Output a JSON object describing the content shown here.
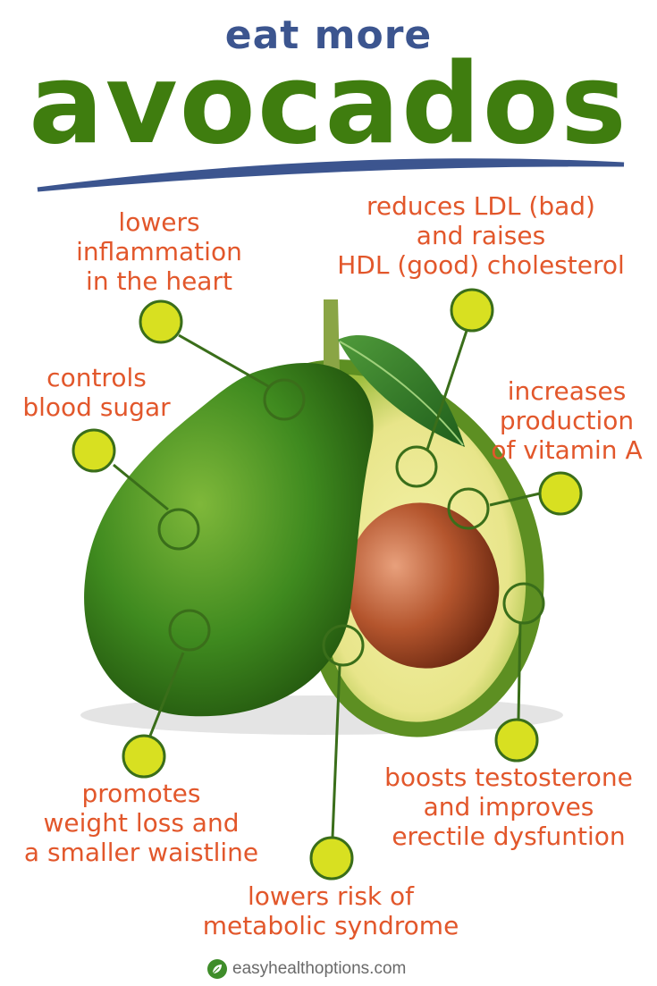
{
  "title": {
    "line1": "eat more",
    "line2": "avocados"
  },
  "benefits": [
    {
      "lines": [
        "lowers",
        "inflammation",
        "in the heart"
      ]
    },
    {
      "lines": [
        "reduces LDL (bad)",
        "and raises",
        "HDL (good) cholesterol"
      ]
    },
    {
      "lines": [
        "controls",
        "blood sugar"
      ]
    },
    {
      "lines": [
        "increases",
        "production",
        "of vitamin A"
      ]
    },
    {
      "lines": [
        "promotes",
        "weight loss and",
        "a smaller waistline"
      ]
    },
    {
      "lines": [
        "boosts testosterone",
        "and improves",
        "erectile dysfuntion"
      ]
    },
    {
      "lines": [
        "lowers risk of",
        "metabolic syndrome"
      ]
    }
  ],
  "footer": {
    "url": "easyhealthoptions.com",
    "icon": "leaf-icon"
  },
  "colors": {
    "title_top": "#3c558f",
    "title_main": "#3f7d0f",
    "benefit_text": "#e2572b",
    "marker": "#d8e021",
    "connector": "#3a6e1a"
  }
}
